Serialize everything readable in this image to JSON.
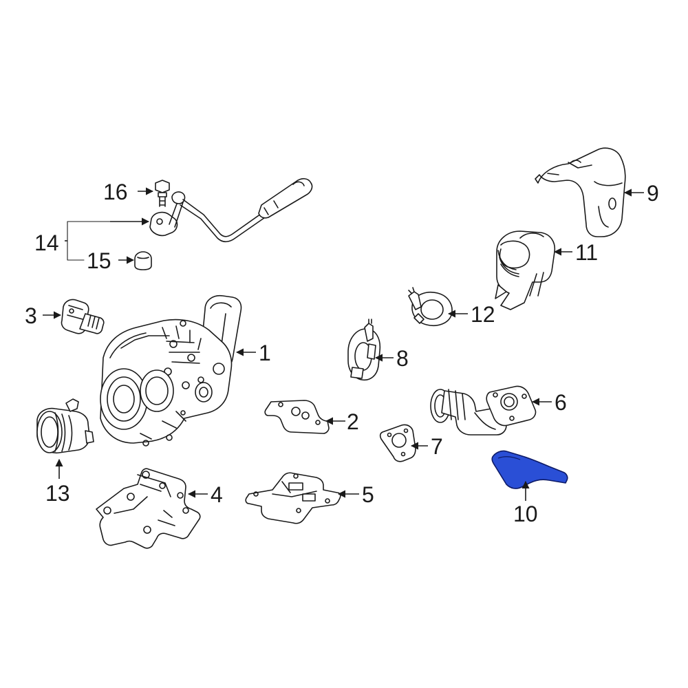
{
  "diagram": {
    "highlight_color": "#2a4fd6",
    "line_color": "#1a1a1a",
    "callouts": {
      "c1": "1",
      "c2": "2",
      "c3": "3",
      "c4": "4",
      "c5": "5",
      "c6": "6",
      "c7": "7",
      "c8": "8",
      "c9": "9",
      "c10": "10",
      "c11": "11",
      "c12": "12",
      "c13": "13",
      "c14": "14",
      "c15": "15",
      "c16": "16"
    }
  }
}
